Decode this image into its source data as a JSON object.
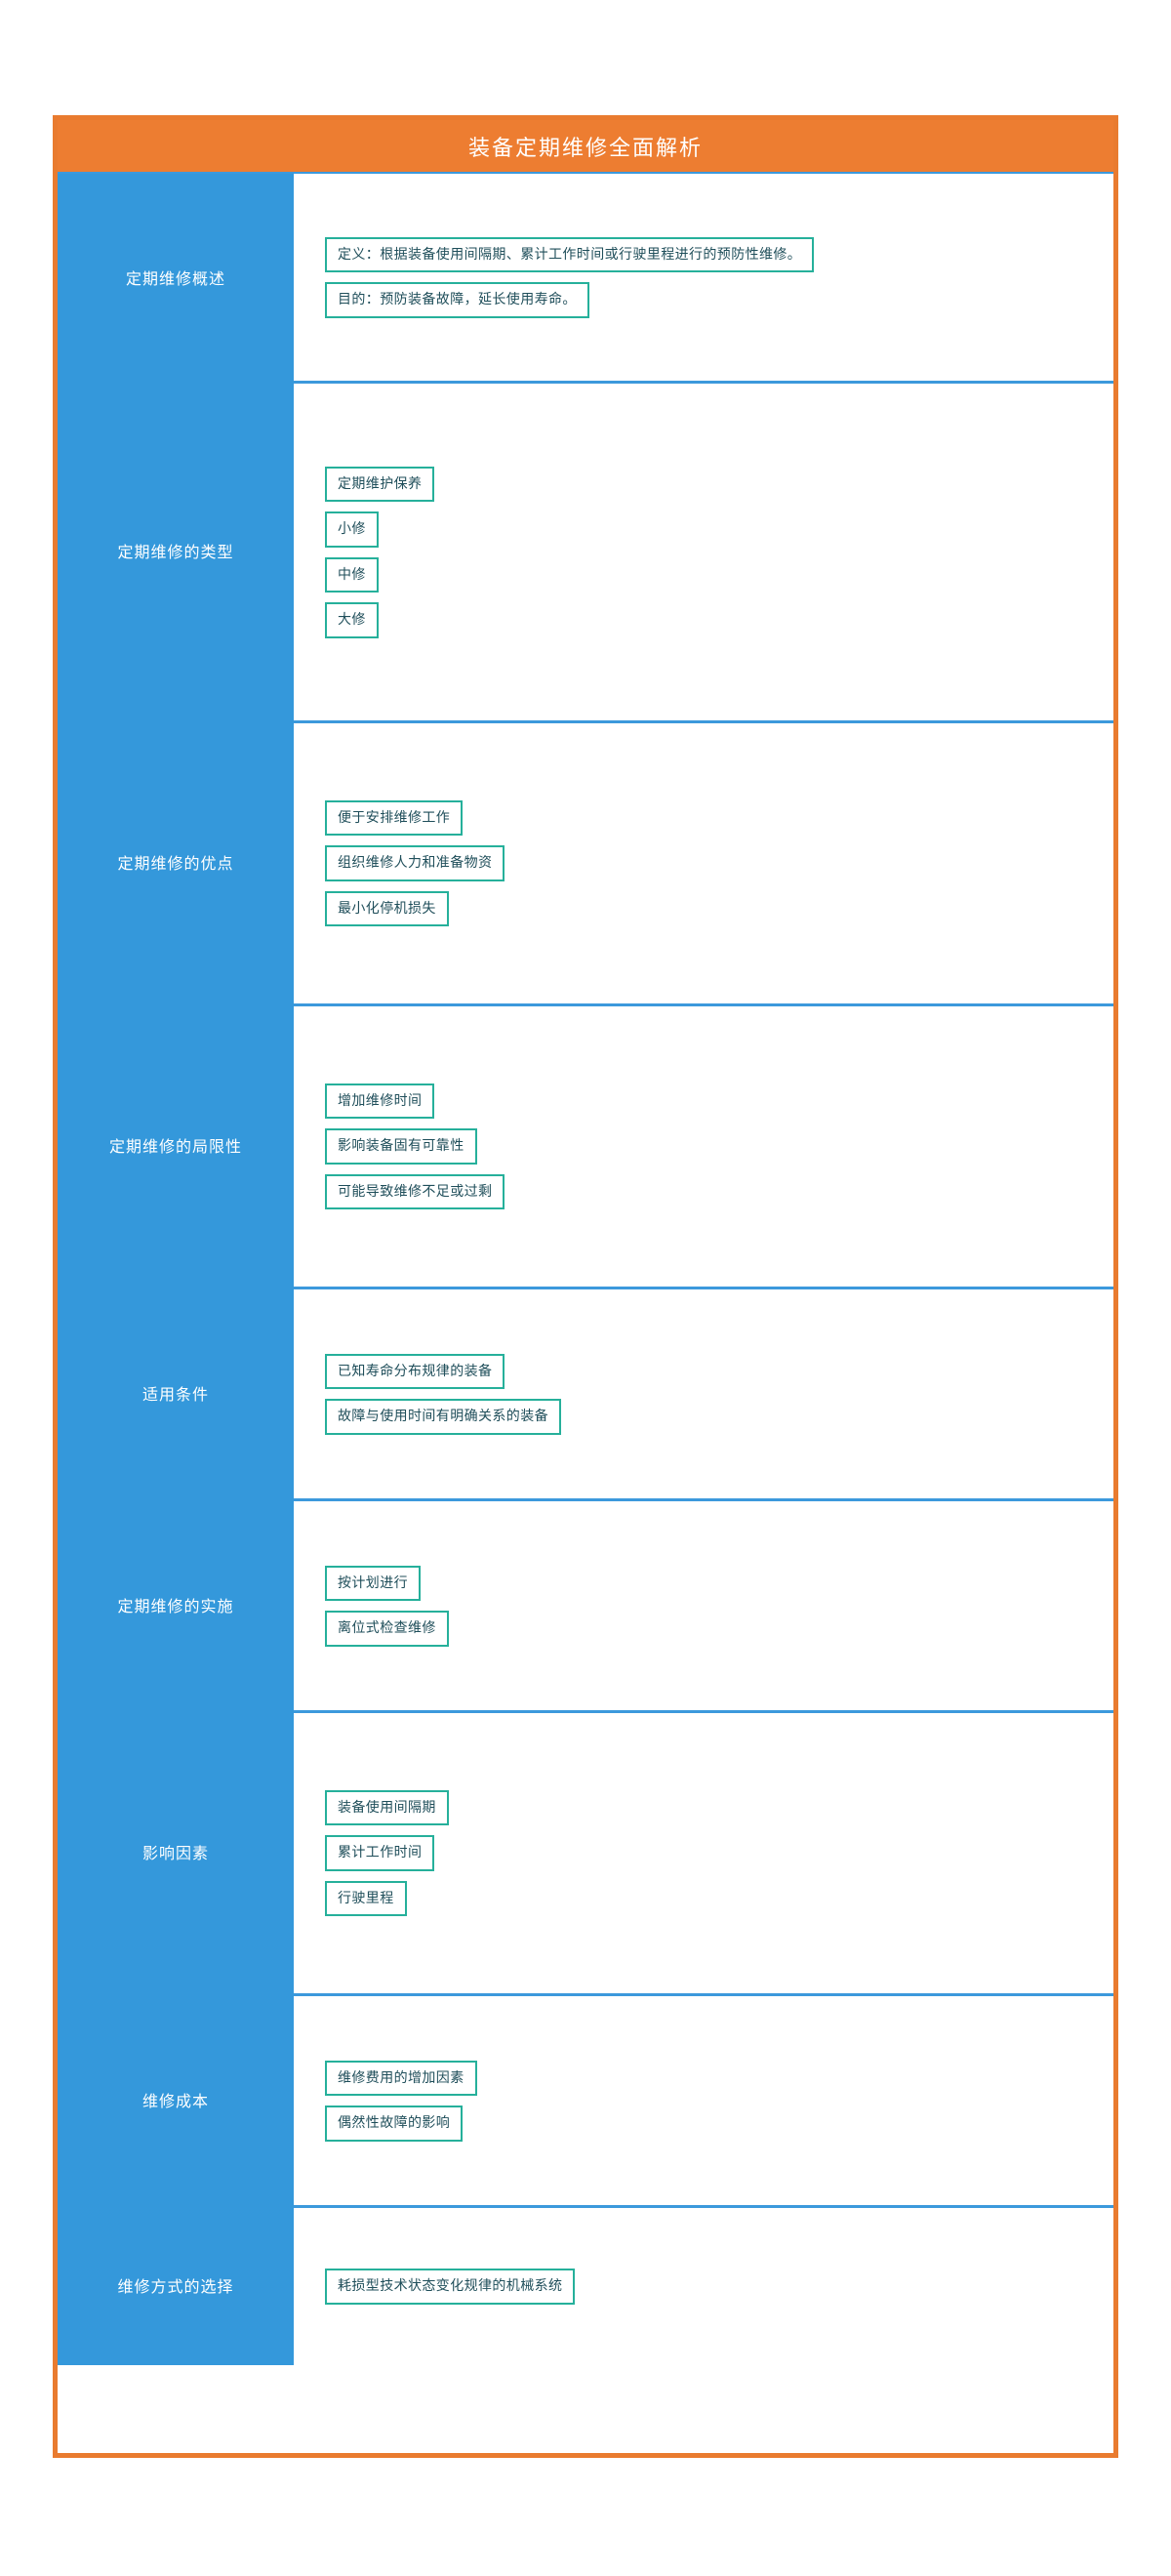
{
  "header": {
    "title": "装备定期维修全面解析"
  },
  "colors": {
    "frame_orange": "#E97B2F",
    "title_band": "#ED7D31",
    "label_blue": "#3498DB",
    "divider_blue": "#3C99DC",
    "chip_border_teal": "#26B09B",
    "chip_text": "#1F4E5A",
    "background": "#FFFFFF"
  },
  "sections": [
    {
      "label": "定期维修概述",
      "items": [
        "定义：根据装备使用间隔期、累计工作时间或行驶里程进行的预防性维修。",
        "目的：预防装备故障，延长使用寿命。"
      ]
    },
    {
      "label": "定期维修的类型",
      "items": [
        "定期维护保养",
        "小修",
        "中修",
        "大修"
      ]
    },
    {
      "label": "定期维修的优点",
      "items": [
        "便于安排维修工作",
        "组织维修人力和准备物资",
        "最小化停机损失"
      ]
    },
    {
      "label": "定期维修的局限性",
      "items": [
        "增加维修时间",
        "影响装备固有可靠性",
        "可能导致维修不足或过剩"
      ]
    },
    {
      "label": "适用条件",
      "items": [
        "已知寿命分布规律的装备",
        "故障与使用时间有明确关系的装备"
      ]
    },
    {
      "label": "定期维修的实施",
      "items": [
        "按计划进行",
        "离位式检查维修"
      ]
    },
    {
      "label": "影响因素",
      "items": [
        "装备使用间隔期",
        "累计工作时间",
        "行驶里程"
      ]
    },
    {
      "label": "维修成本",
      "items": [
        "维修费用的增加因素",
        "偶然性故障的影响"
      ]
    },
    {
      "label": "维修方式的选择",
      "items": [
        "耗损型技术状态变化规律的机械系统"
      ]
    }
  ]
}
